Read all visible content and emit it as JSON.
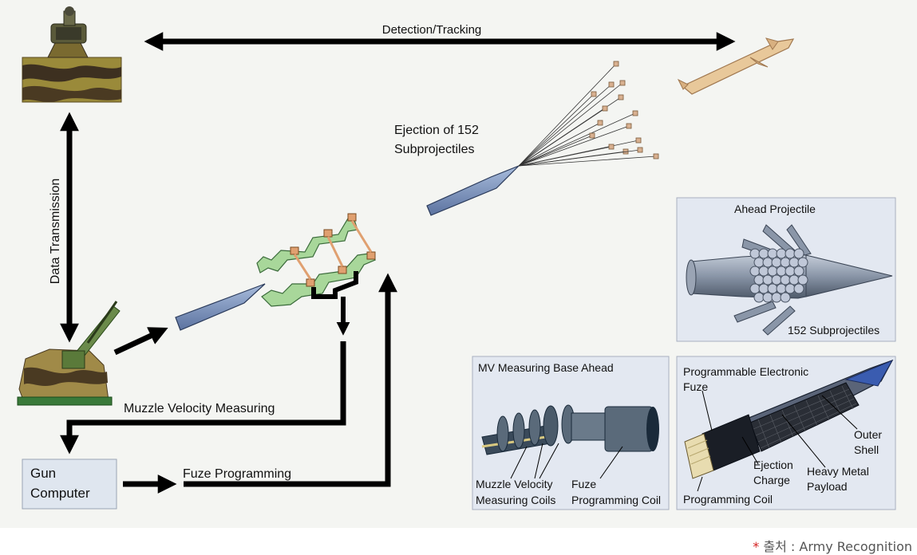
{
  "labels": {
    "detection": "Detection/Tracking",
    "data_transmission": "Data Transmission",
    "ejection_line1": "Ejection of 152",
    "ejection_line2": "Subprojectiles",
    "muzzle_velocity": "Muzzle Velocity Measuring",
    "gun_computer_line1": "Gun",
    "gun_computer_line2": "Computer",
    "fuze_programming": "Fuze Programming"
  },
  "panels": {
    "ahead": {
      "title": "Ahead Projectile",
      "sub": "152 Subprojectiles"
    },
    "mv": {
      "title": "MV Measuring Base Ahead",
      "coils_line1": "Muzzle Velocity",
      "coils_line2": "Measuring Coils",
      "fuze_line1": "Fuze",
      "fuze_line2": "Programming Coil"
    },
    "fuze": {
      "title_line1": "Programmable Electronic",
      "title_line2": "Fuze",
      "outer_line1": "Outer",
      "outer_line2": "Shell",
      "ejection_line1": "Ejection",
      "ejection_line2": "Charge",
      "payload_line1": "Heavy Metal",
      "payload_line2": "Payload",
      "coil": "Programming Coil"
    }
  },
  "source": {
    "star": "*",
    "text": "출처 : Army Recognition"
  },
  "colors": {
    "background": "#f4f5f2",
    "arrow": "#000000",
    "projectile": "#7b93bd",
    "barrel_green": "#a8d79a",
    "coil_orange": "#e0a070",
    "missile": "#e8c89a",
    "panel_bg": "#e3e8f1"
  }
}
